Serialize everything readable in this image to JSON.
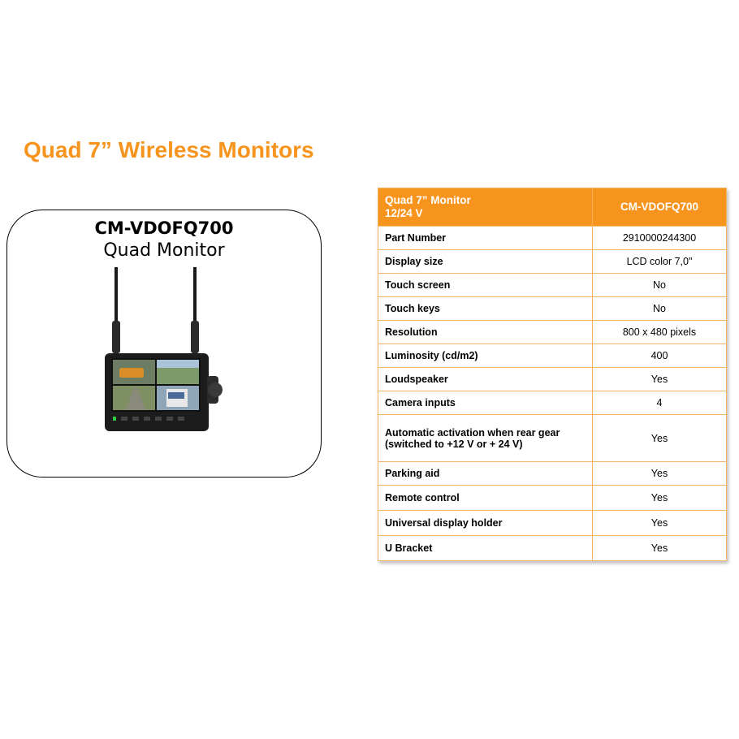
{
  "page": {
    "title": "Quad 7” Wireless Monitors",
    "accent_color": "#f7941d"
  },
  "product": {
    "model": "CM-VDOFQ700",
    "subtitle": "Quad Monitor",
    "image": "monitor-with-two-antennas-and-quad-split-display"
  },
  "spec_table": {
    "header_left_line1": "Quad 7”  Monitor",
    "header_left_line2": "12/24 V",
    "header_right": "CM-VDOFQ700",
    "rows": [
      {
        "label": "Part Number",
        "value": "2910000244300"
      },
      {
        "label": "Display size",
        "value": "LCD color 7,0\""
      },
      {
        "label": "Touch screen",
        "value": "No"
      },
      {
        "label": "Touch keys",
        "value": "No"
      },
      {
        "label": "Resolution",
        "value": "800 x 480 pixels"
      },
      {
        "label": "Luminosity (cd/m2)",
        "value": "400"
      },
      {
        "label": "Loudspeaker",
        "value": "Yes"
      },
      {
        "label": "Camera inputs",
        "value": "4"
      },
      {
        "label_line1": "Automatic activation when rear gear",
        "label_line2": "(switched to +12 V or + 24 V)",
        "value": "Yes"
      },
      {
        "label": "Parking aid",
        "value": "Yes"
      },
      {
        "label": "Remote control",
        "value": "Yes"
      },
      {
        "label": "Universal display holder",
        "value": "Yes"
      },
      {
        "label": "U Bracket",
        "value": "Yes"
      }
    ]
  }
}
